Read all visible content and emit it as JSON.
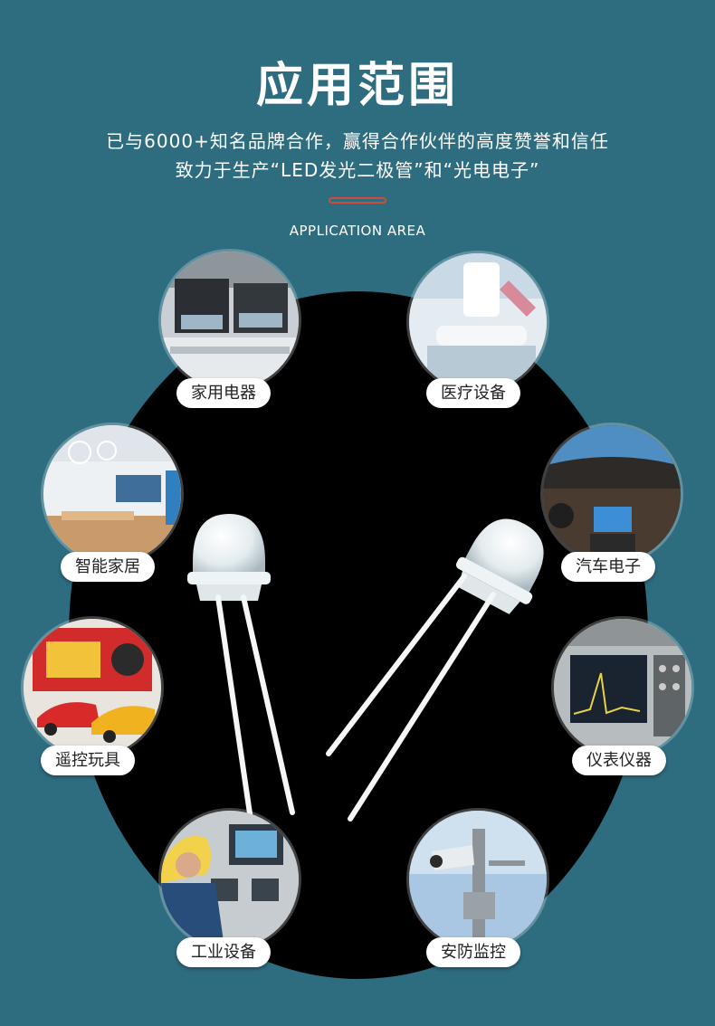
{
  "header": {
    "title": "应用范围",
    "subtitle_line1": "已与6000+知名品牌合作，赢得合作伙伴的高度赞誉和信任",
    "subtitle_line2": "致力于生产“LED发光二极管”和“光电电子”",
    "english_title": "APPLICATION AREA"
  },
  "colors": {
    "background": "#2e6d80",
    "accent": "#d24a3a",
    "center_circle": "#000000"
  },
  "applications": [
    {
      "label": "家用电器",
      "icon": "kitchen-appliance-photo"
    },
    {
      "label": "医疗设备",
      "icon": "medical-equipment-photo"
    },
    {
      "label": "智能家居",
      "icon": "smart-home-photo"
    },
    {
      "label": "汽车电子",
      "icon": "car-dashboard-photo"
    },
    {
      "label": "遥控玩具",
      "icon": "toy-car-photo"
    },
    {
      "label": "仪表仪器",
      "icon": "oscilloscope-photo"
    },
    {
      "label": "工业设备",
      "icon": "industrial-panel-photo"
    },
    {
      "label": "安防监控",
      "icon": "security-camera-photo"
    }
  ]
}
